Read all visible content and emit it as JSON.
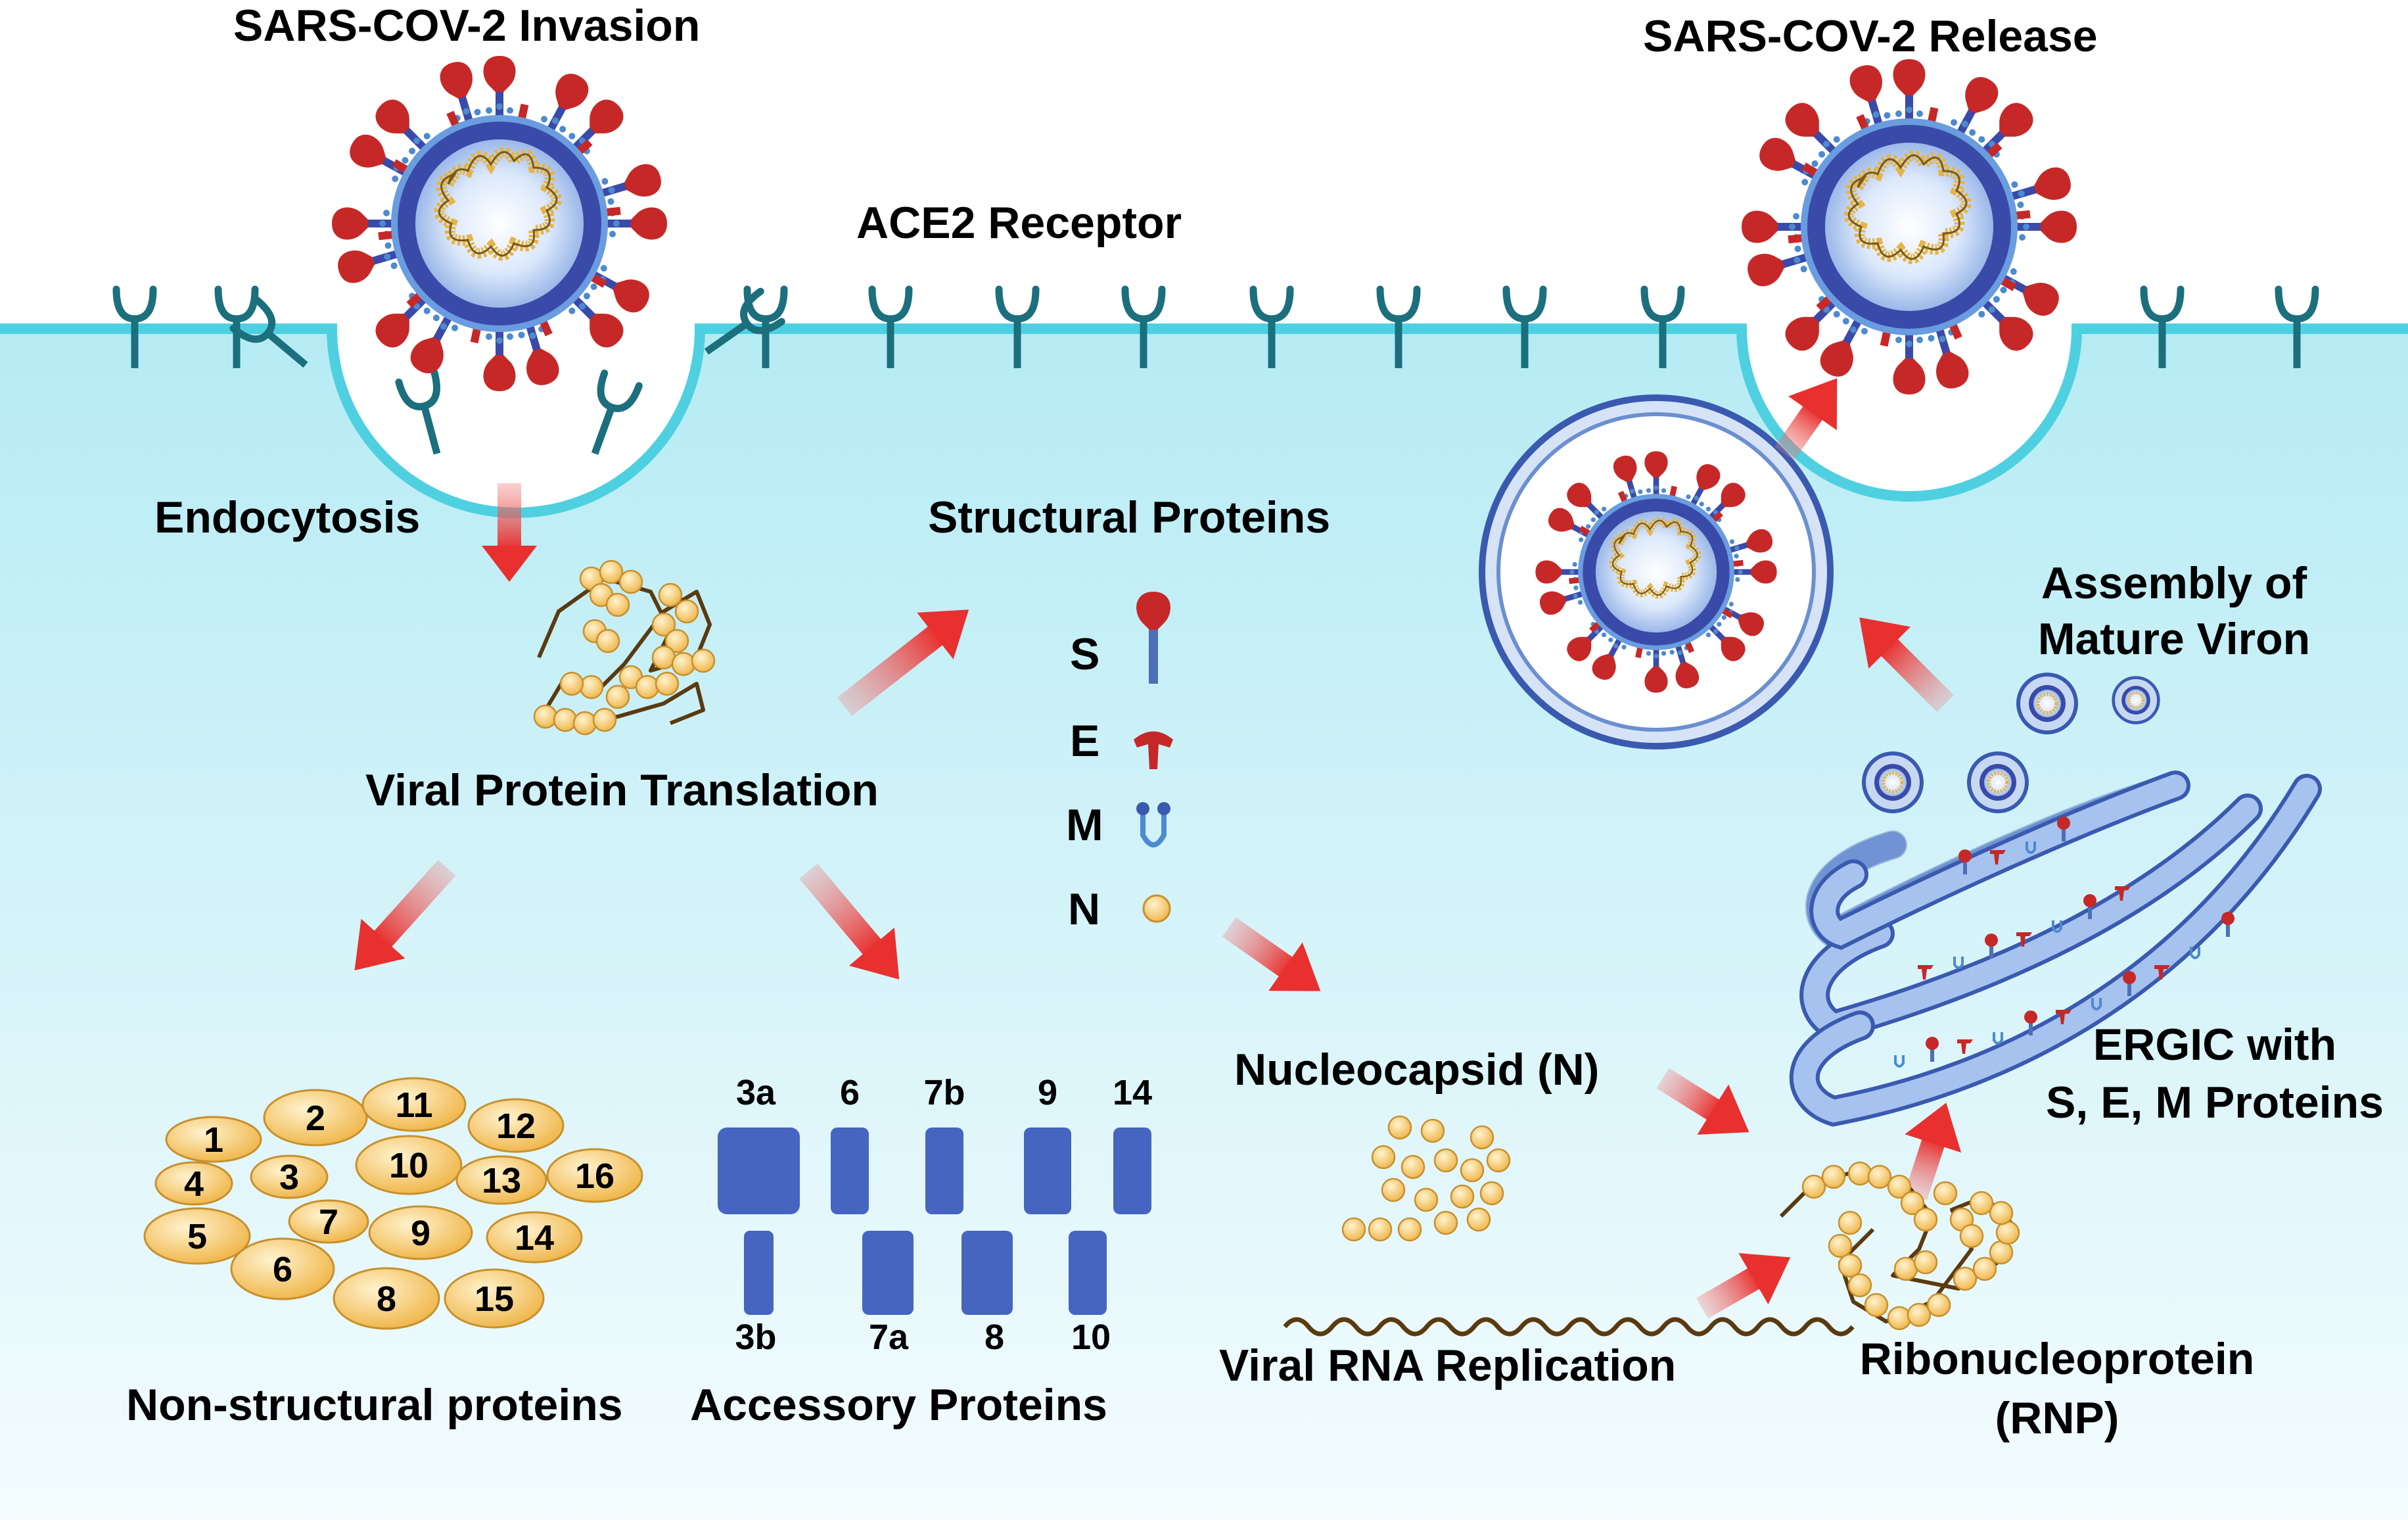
{
  "labels": {
    "invasion_title": "SARS-COV-2 Invasion",
    "release_title": "SARS-COV-2 Release",
    "ace2": "ACE2 Receptor",
    "endocytosis": "Endocytosis",
    "structural": "Structural Proteins",
    "translation": "Viral Protein Translation",
    "assembly_line1": "Assembly of",
    "assembly_line2": "Mature Viron",
    "nucleocapsid": "Nucleocapsid (N)",
    "ergic_line1": "ERGIC with",
    "ergic_line2": "S, E, M Proteins",
    "nonstructural": "Non-structural proteins",
    "accessory": "Accessory Proteins",
    "replication": "Viral RNA Replication",
    "rnp_line1": "Ribonucleoprotein",
    "rnp_line2": "(RNP)"
  },
  "structural_legend": [
    {
      "letter": "S",
      "icon": "spike-protein-icon"
    },
    {
      "letter": "E",
      "icon": "envelope-protein-icon"
    },
    {
      "letter": "M",
      "icon": "membrane-protein-icon"
    },
    {
      "letter": "N",
      "icon": "nucleocapsid-protein-icon"
    }
  ],
  "nonstructural_numbers": [
    "1",
    "2",
    "3",
    "4",
    "5",
    "6",
    "7",
    "8",
    "9",
    "10",
    "11",
    "12",
    "13",
    "14",
    "15",
    "16"
  ],
  "accessory_top": [
    "3a",
    "6",
    "7b",
    "9",
    "14"
  ],
  "accessory_bottom": [
    "3b",
    "7a",
    "8",
    "10"
  ],
  "colors": {
    "cell_top": "#b8ecf4",
    "membrane": "#4fd0e0",
    "receptor": "#1c6f7d",
    "arrow": "#e83a3a",
    "virus_envelope": "#3a4aa8",
    "spike": "#c62828",
    "protein_yellow": "#f5c46a",
    "accessory_blue": "#4565c0",
    "ergic": "#8fb2e6"
  }
}
